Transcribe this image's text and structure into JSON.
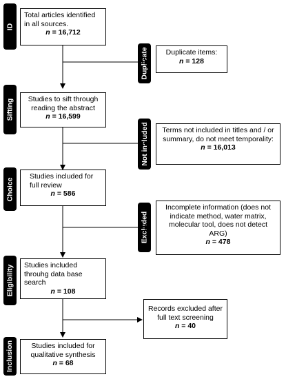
{
  "stages": {
    "id": "ID",
    "duplicate": "Duplicate",
    "sifting": "Sifting",
    "not_included": "Not included",
    "choice": "Choice",
    "excluded": "Excluded",
    "eligibility": "Eligibility",
    "inclusion": "Inclusion"
  },
  "boxes": {
    "identified": {
      "text": "Total articles identified in all sources.",
      "n_label": "n",
      "n_value": " = 16,712"
    },
    "duplicate": {
      "text": "Duplicate items:",
      "n_label": "n",
      "n_value": " = 128"
    },
    "sift": {
      "text": "Studies to sift through reading the abstract",
      "n_label": "n",
      "n_value": " = 16,599"
    },
    "not_included": {
      "text": "Terms not included in titles and / or summary, do not meet temporality:",
      "n_label": "n",
      "n_value": " = 16,013"
    },
    "full_review": {
      "text": "Studies included for full review",
      "n_label": "n",
      "n_value": " = 586"
    },
    "excluded": {
      "text": "Incomplete information (does not indicate method, water matrix, molecular tool, does not detect ARG)",
      "n_label": "n",
      "n_value": " = 478"
    },
    "database": {
      "text": "Studies included throuhg data base search",
      "n_label": "n",
      "n_value": " = 108"
    },
    "fulltext_excluded": {
      "text": "Records excluded after full text screening",
      "n_label": "n",
      "n_value": " = 40"
    },
    "qualitative": {
      "text": "Studies included for qualitative synthesis",
      "n_label": "n",
      "n_value": " = 68"
    }
  }
}
